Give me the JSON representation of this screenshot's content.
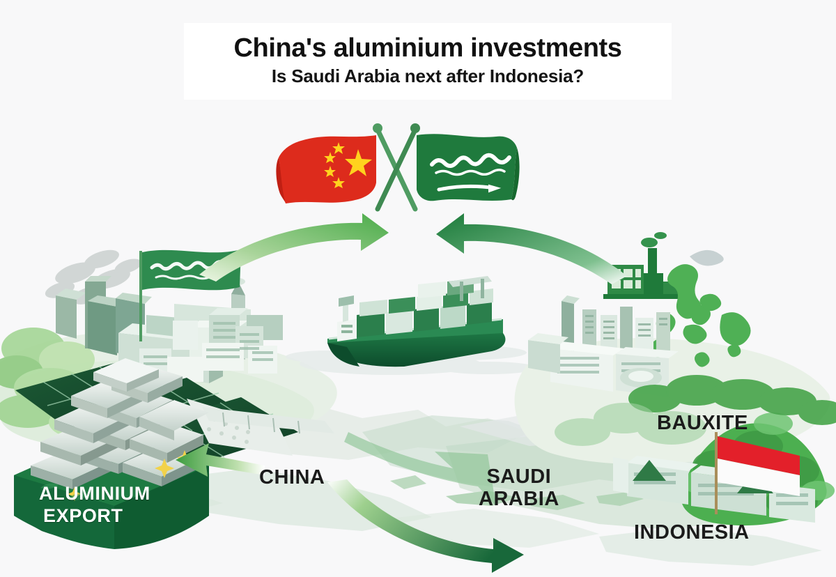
{
  "title": {
    "main": "China's aluminium investments",
    "sub": "Is Saudi Arabia next after Indonesia?"
  },
  "labels": {
    "china": "CHINA",
    "saudi_line1": "SAUDI",
    "saudi_line2": "ARABIA",
    "bauxite": "BAUXITE",
    "indonesia": "INDONESIA",
    "aluminium": "ALUMINIUM",
    "export": "EXPORT"
  },
  "flags": {
    "china": {
      "name": "china-flag",
      "field": "#dd2b1c",
      "star": "#ffd21e"
    },
    "saudi": {
      "name": "saudi-flag",
      "field": "#1f7a3d",
      "script": "#ffffff"
    },
    "saudi_left": {
      "name": "saudi-flag-left",
      "field": "#2e8b4f",
      "script": "#ffffff"
    },
    "indonesia": {
      "name": "indonesia-flag",
      "red": "#e3202a",
      "white": "#ffffff"
    }
  },
  "colors": {
    "background": "#f8f8f9",
    "arrow_light_from": "#eaf5e0",
    "arrow_light_to": "#4fae4b",
    "arrow_dark_from": "#ffffff",
    "arrow_dark_to": "#1d7a3a",
    "green_dark": "#1f6b36",
    "green_mid": "#4f9c62",
    "green_light": "#9fd08f",
    "green_pale": "#cfe6c6",
    "map_green": "#7cbd7f",
    "map_grey": "#d4dadb",
    "metal_light": "#eef1f0",
    "metal_mid": "#b8c6c0",
    "metal_dark": "#7e948c",
    "platform_green": "#156b39",
    "smoke": "#c9cfcd",
    "title_text": "#111111",
    "label_text": "#1b1b1b"
  },
  "scene": {
    "left_zone": "saudi-industrial-complex",
    "center": "container-ship",
    "right_zone": "indonesia-bauxite-region",
    "foreground": "aluminium-ingot-stack"
  },
  "arrows": [
    {
      "name": "arrow-saudi-to-flags",
      "direction": "up-right",
      "style": "light-gradient"
    },
    {
      "name": "arrow-indonesia-to-flags",
      "direction": "up-left",
      "style": "dark-gradient"
    },
    {
      "name": "arrow-china-to-export",
      "direction": "left",
      "style": "light-gradient"
    },
    {
      "name": "arrow-china-to-saudi",
      "direction": "right",
      "style": "dark-gradient"
    },
    {
      "name": "arrow-down-to-indonesia",
      "direction": "down-right",
      "style": "pale-green"
    }
  ]
}
